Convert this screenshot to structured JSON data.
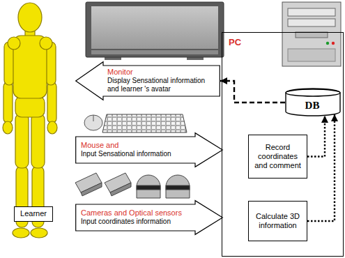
{
  "diagram": {
    "nodes": [
      {
        "text": [
          "Learner"
        ]
      },
      {
        "text": [
          "Monitor",
          "Display Sensational information and learner 's avatar"
        ]
      },
      {
        "text": [
          "Mouse and",
          "Input Sensational information"
        ]
      },
      {
        "text": [
          "Cameras and Optical sensors",
          "Input coordinates information"
        ]
      },
      {
        "text": [
          "PC"
        ]
      },
      {
        "text": [
          "DB"
        ],
        "in": 4
      },
      {
        "text": [
          "Record coordinates and comment"
        ],
        "in": 4
      },
      {
        "text": [
          "Calculate 3D information"
        ],
        "in": 4
      }
    ],
    "edges": [
      {
        "from": 5,
        "to": 1,
        "arrow": "to"
      },
      {
        "from": 6,
        "to": 5,
        "arrow": "to"
      },
      {
        "from": 7,
        "to": 5,
        "arrow": "to"
      }
    ]
  }
}
